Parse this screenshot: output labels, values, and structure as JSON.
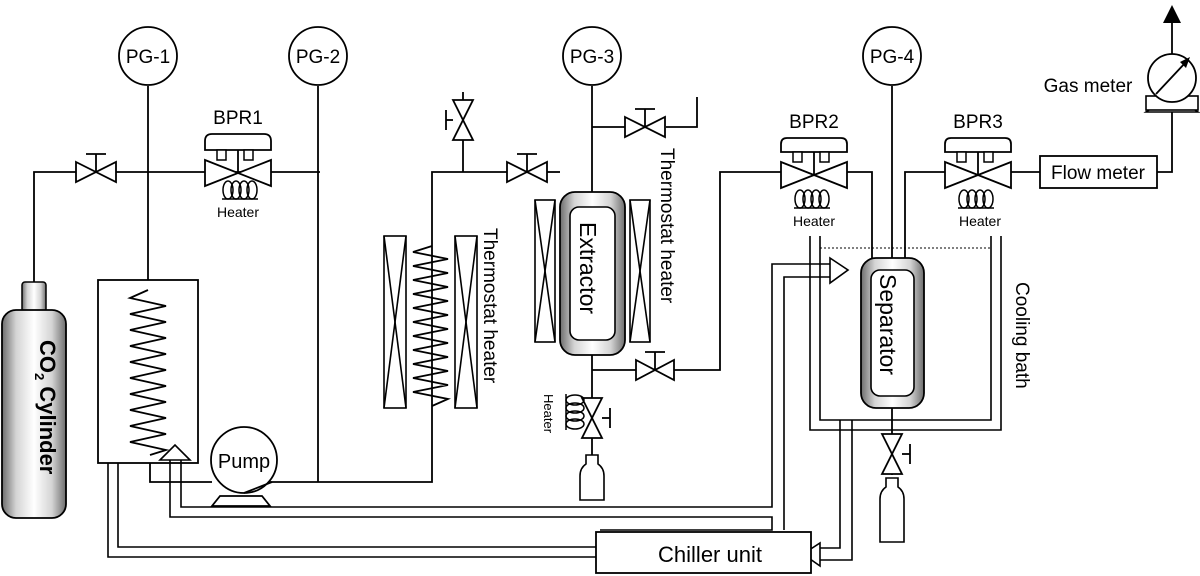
{
  "gauges": {
    "pg1": "PG-1",
    "pg2": "PG-2",
    "pg3": "PG-3",
    "pg4": "PG-4"
  },
  "regulators": {
    "bpr1": "BPR1",
    "bpr2": "BPR2",
    "bpr3": "BPR3"
  },
  "heater_label": "Heater",
  "cylinder": {
    "line1": "CO",
    "sub": "2",
    "line2": " Cylinder"
  },
  "pump": "Pump",
  "thermostat_heater": "Thermostat heater",
  "extractor": "Extractor",
  "separator": "Separator",
  "cooling_bath": "Cooling bath",
  "chiller": "Chiller unit",
  "flow_meter": "Flow meter",
  "gas_meter": "Gas meter"
}
